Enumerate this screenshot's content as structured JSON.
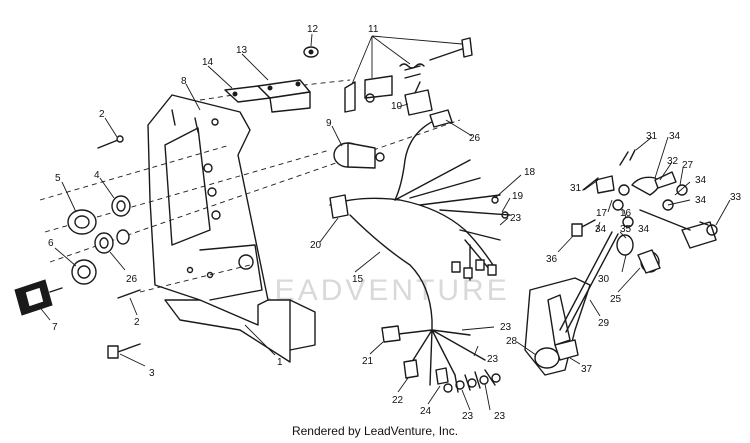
{
  "watermark": "LEADVENTURE",
  "footer": "Rendered by LeadVenture, Inc.",
  "callouts": [
    {
      "id": "c12",
      "label": "12"
    },
    {
      "id": "c11",
      "label": "11"
    },
    {
      "id": "c13",
      "label": "13"
    },
    {
      "id": "c14",
      "label": "14"
    },
    {
      "id": "c8",
      "label": "8"
    },
    {
      "id": "c2a",
      "label": "2"
    },
    {
      "id": "c10",
      "label": "10"
    },
    {
      "id": "c9",
      "label": "9"
    },
    {
      "id": "c26a",
      "label": "26"
    },
    {
      "id": "c5",
      "label": "5"
    },
    {
      "id": "c4",
      "label": "4"
    },
    {
      "id": "c18",
      "label": "18"
    },
    {
      "id": "c19",
      "label": "19"
    },
    {
      "id": "c23a",
      "label": "23"
    },
    {
      "id": "c20",
      "label": "20"
    },
    {
      "id": "c6",
      "label": "6"
    },
    {
      "id": "c26b",
      "label": "26"
    },
    {
      "id": "c15",
      "label": "15"
    },
    {
      "id": "c7",
      "label": "7"
    },
    {
      "id": "c2b",
      "label": "2"
    },
    {
      "id": "c1",
      "label": "1"
    },
    {
      "id": "c3",
      "label": "3"
    },
    {
      "id": "c21",
      "label": "21"
    },
    {
      "id": "c23b",
      "label": "23"
    },
    {
      "id": "c23c",
      "label": "23"
    },
    {
      "id": "c22",
      "label": "22"
    },
    {
      "id": "c24",
      "label": "24"
    },
    {
      "id": "c23d",
      "label": "23"
    },
    {
      "id": "c23e",
      "label": "23"
    },
    {
      "id": "c28",
      "label": "28"
    },
    {
      "id": "c37",
      "label": "37"
    },
    {
      "id": "c29",
      "label": "29"
    },
    {
      "id": "c25",
      "label": "25"
    },
    {
      "id": "c30",
      "label": "30"
    },
    {
      "id": "c36",
      "label": "36"
    },
    {
      "id": "c31a",
      "label": "31"
    },
    {
      "id": "c34a",
      "label": "34"
    },
    {
      "id": "c32",
      "label": "32"
    },
    {
      "id": "c27",
      "label": "27"
    },
    {
      "id": "c34b",
      "label": "34"
    },
    {
      "id": "c31b",
      "label": "31"
    },
    {
      "id": "c17",
      "label": "17"
    },
    {
      "id": "c16",
      "label": "16"
    },
    {
      "id": "c34c",
      "label": "34"
    },
    {
      "id": "c33",
      "label": "33"
    },
    {
      "id": "c34d",
      "label": "34"
    },
    {
      "id": "c35",
      "label": "35"
    },
    {
      "id": "c34e",
      "label": "34"
    }
  ]
}
